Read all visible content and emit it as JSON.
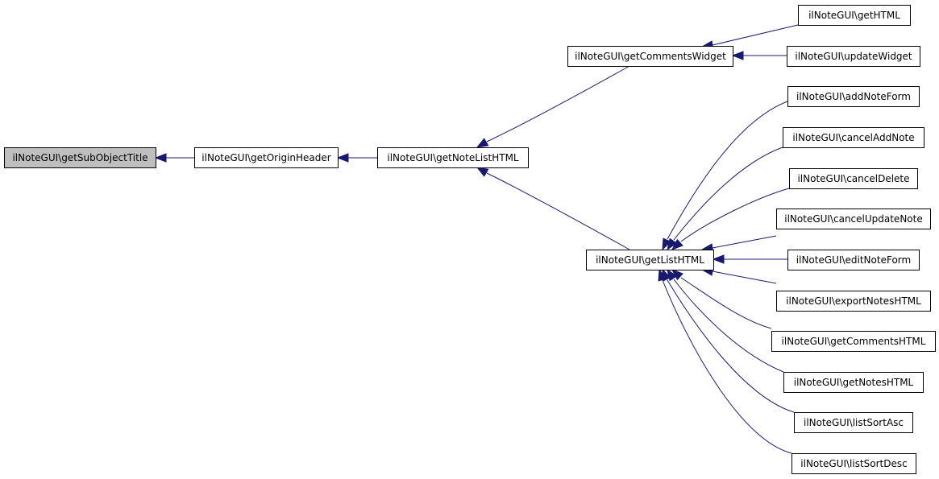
{
  "graph": {
    "colors": {
      "edge": "#191970",
      "highlight_fill": "#bfbfbf",
      "node_fill": "#ffffff",
      "node_border": "#000000"
    },
    "nodes": [
      {
        "id": "n0",
        "label": "ilNoteGUI\\getSubObjectTitle",
        "highlight": true
      },
      {
        "id": "n1",
        "label": "ilNoteGUI\\getOriginHeader"
      },
      {
        "id": "n2",
        "label": "ilNoteGUI\\getNoteListHTML"
      },
      {
        "id": "n3",
        "label": "ilNoteGUI\\getCommentsWidget"
      },
      {
        "id": "n4",
        "label": "ilNoteGUI\\getListHTML"
      },
      {
        "id": "n5",
        "label": "ilNoteGUI\\getHTML"
      },
      {
        "id": "n6",
        "label": "ilNoteGUI\\updateWidget"
      },
      {
        "id": "n7",
        "label": "ilNoteGUI\\addNoteForm"
      },
      {
        "id": "n8",
        "label": "ilNoteGUI\\cancelAddNote"
      },
      {
        "id": "n9",
        "label": "ilNoteGUI\\cancelDelete"
      },
      {
        "id": "n10",
        "label": "ilNoteGUI\\cancelUpdateNote"
      },
      {
        "id": "n11",
        "label": "ilNoteGUI\\editNoteForm"
      },
      {
        "id": "n12",
        "label": "ilNoteGUI\\exportNotesHTML"
      },
      {
        "id": "n13",
        "label": "ilNoteGUI\\getCommentsHTML"
      },
      {
        "id": "n14",
        "label": "ilNoteGUI\\getNotesHTML"
      },
      {
        "id": "n15",
        "label": "ilNoteGUI\\listSortAsc"
      },
      {
        "id": "n16",
        "label": "ilNoteGUI\\listSortDesc"
      }
    ],
    "edges": [
      {
        "from": "n1",
        "to": "n0"
      },
      {
        "from": "n2",
        "to": "n1"
      },
      {
        "from": "n3",
        "to": "n2"
      },
      {
        "from": "n4",
        "to": "n2"
      },
      {
        "from": "n5",
        "to": "n3"
      },
      {
        "from": "n6",
        "to": "n3"
      },
      {
        "from": "n7",
        "to": "n4"
      },
      {
        "from": "n8",
        "to": "n4"
      },
      {
        "from": "n9",
        "to": "n4"
      },
      {
        "from": "n10",
        "to": "n4"
      },
      {
        "from": "n11",
        "to": "n4"
      },
      {
        "from": "n12",
        "to": "n4"
      },
      {
        "from": "n13",
        "to": "n4"
      },
      {
        "from": "n14",
        "to": "n4"
      },
      {
        "from": "n15",
        "to": "n4"
      },
      {
        "from": "n16",
        "to": "n4"
      }
    ]
  }
}
